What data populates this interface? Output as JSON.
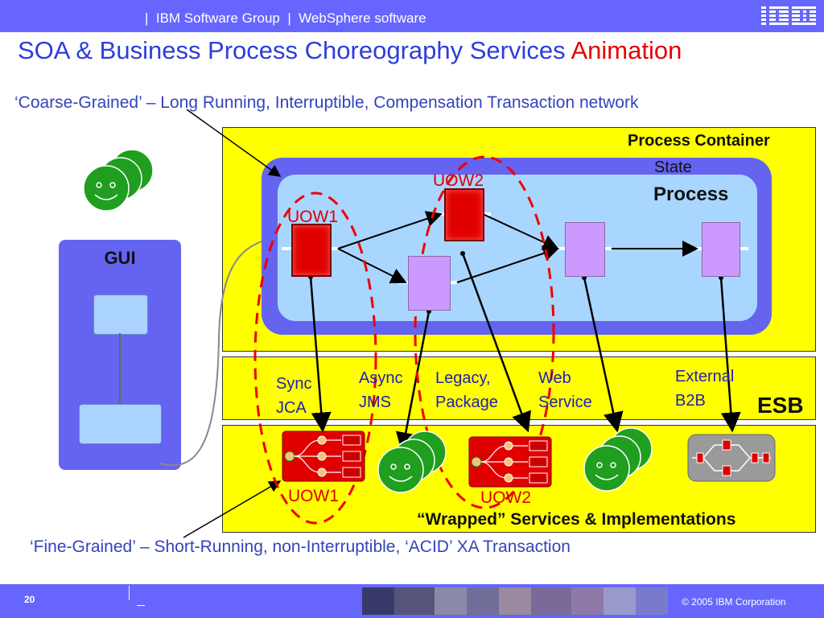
{
  "header": {
    "breadcrumb": "|  IBM Software Group  |  WebSphere software",
    "logo_text": "IBM"
  },
  "title": {
    "main": "SOA & Business Process Choreography Services ",
    "accent": "Animation"
  },
  "captions": {
    "coarse": "‘Coarse-Grained’ – Long Running, Interruptible, Compensation Transaction network",
    "fine": "‘Fine-Grained’ – Short-Running, non-Interruptible, ‘ACID’ XA Transaction"
  },
  "process_container": {
    "title": "Process Container",
    "state": "State",
    "process": "Process"
  },
  "uow": {
    "top1": "UOW1",
    "top2": "UOW2",
    "bottom1": "UOW1",
    "bottom2": "UOW2"
  },
  "esb": {
    "title": "ESB",
    "labels": [
      "Sync\nJCA",
      "Async\nJMS",
      "Legacy,\nPackage",
      "Web\nService",
      "External\nB2B"
    ]
  },
  "services": {
    "title": "“Wrapped” Services & Implementations"
  },
  "gui": {
    "title": "GUI"
  },
  "footer": {
    "page": "20",
    "copyright": "© 2005 IBM Corporation"
  },
  "colors": {
    "header_bg": "#6666ff",
    "title_blue": "#2d3dd9",
    "accent_red": "#e60000",
    "container_yellow": "#ffff00",
    "process_blue": "#6464f0",
    "process_light": "#a9d6ff"
  },
  "icons": [
    "ibm-logo-icon",
    "smiley-group-icon",
    "component-assembly-icon",
    "b2b-flow-icon"
  ]
}
